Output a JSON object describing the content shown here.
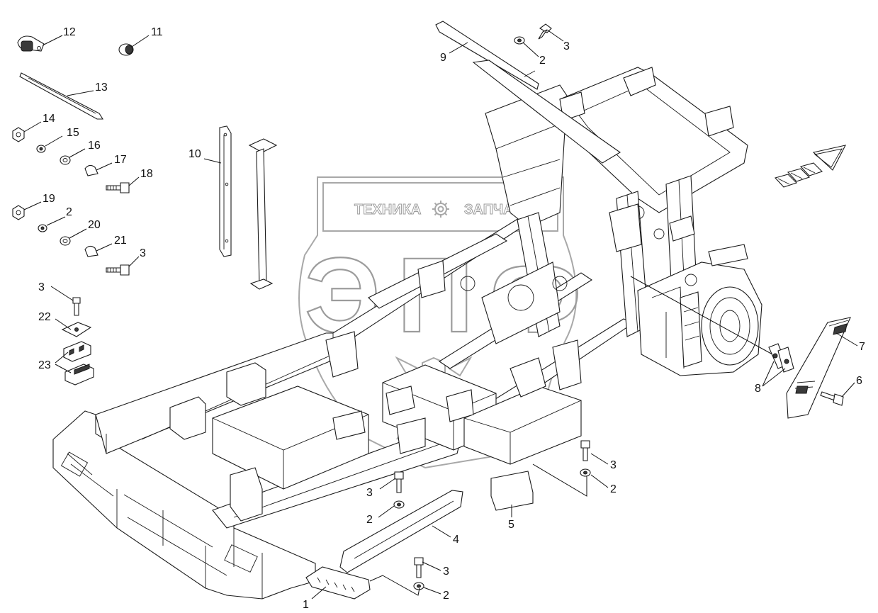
{
  "watermark": {
    "top_text_left": "ТЕХНИКА",
    "top_text_right": "ЗАПЧАСТИ",
    "logo_text": "ЭПФ",
    "gear_icon": "gear-icon"
  },
  "direction_arrow": {
    "icon": "front-direction-arrow-icon"
  },
  "callouts": [
    {
      "id": "c12",
      "label": "12"
    },
    {
      "id": "c11",
      "label": "11"
    },
    {
      "id": "c13",
      "label": "13"
    },
    {
      "id": "c14",
      "label": "14"
    },
    {
      "id": "c15",
      "label": "15"
    },
    {
      "id": "c16",
      "label": "16"
    },
    {
      "id": "c17",
      "label": "17"
    },
    {
      "id": "c18",
      "label": "18"
    },
    {
      "id": "c19",
      "label": "19"
    },
    {
      "id": "c2a",
      "label": "2"
    },
    {
      "id": "c20",
      "label": "20"
    },
    {
      "id": "c21",
      "label": "21"
    },
    {
      "id": "c3a",
      "label": "3"
    },
    {
      "id": "c3b",
      "label": "3"
    },
    {
      "id": "c22",
      "label": "22"
    },
    {
      "id": "c23",
      "label": "23"
    },
    {
      "id": "c10",
      "label": "10"
    },
    {
      "id": "c9",
      "label": "9"
    },
    {
      "id": "c2b",
      "label": "2"
    },
    {
      "id": "c3c",
      "label": "3"
    },
    {
      "id": "c7",
      "label": "7"
    },
    {
      "id": "c6",
      "label": "6"
    },
    {
      "id": "c8",
      "label": "8"
    },
    {
      "id": "c3d",
      "label": "3"
    },
    {
      "id": "c2c",
      "label": "2"
    },
    {
      "id": "c5",
      "label": "5"
    },
    {
      "id": "c3e",
      "label": "3"
    },
    {
      "id": "c2d",
      "label": "2"
    },
    {
      "id": "c4",
      "label": "4"
    },
    {
      "id": "c3f",
      "label": "3"
    },
    {
      "id": "c2e",
      "label": "2"
    },
    {
      "id": "c1",
      "label": "1"
    }
  ]
}
